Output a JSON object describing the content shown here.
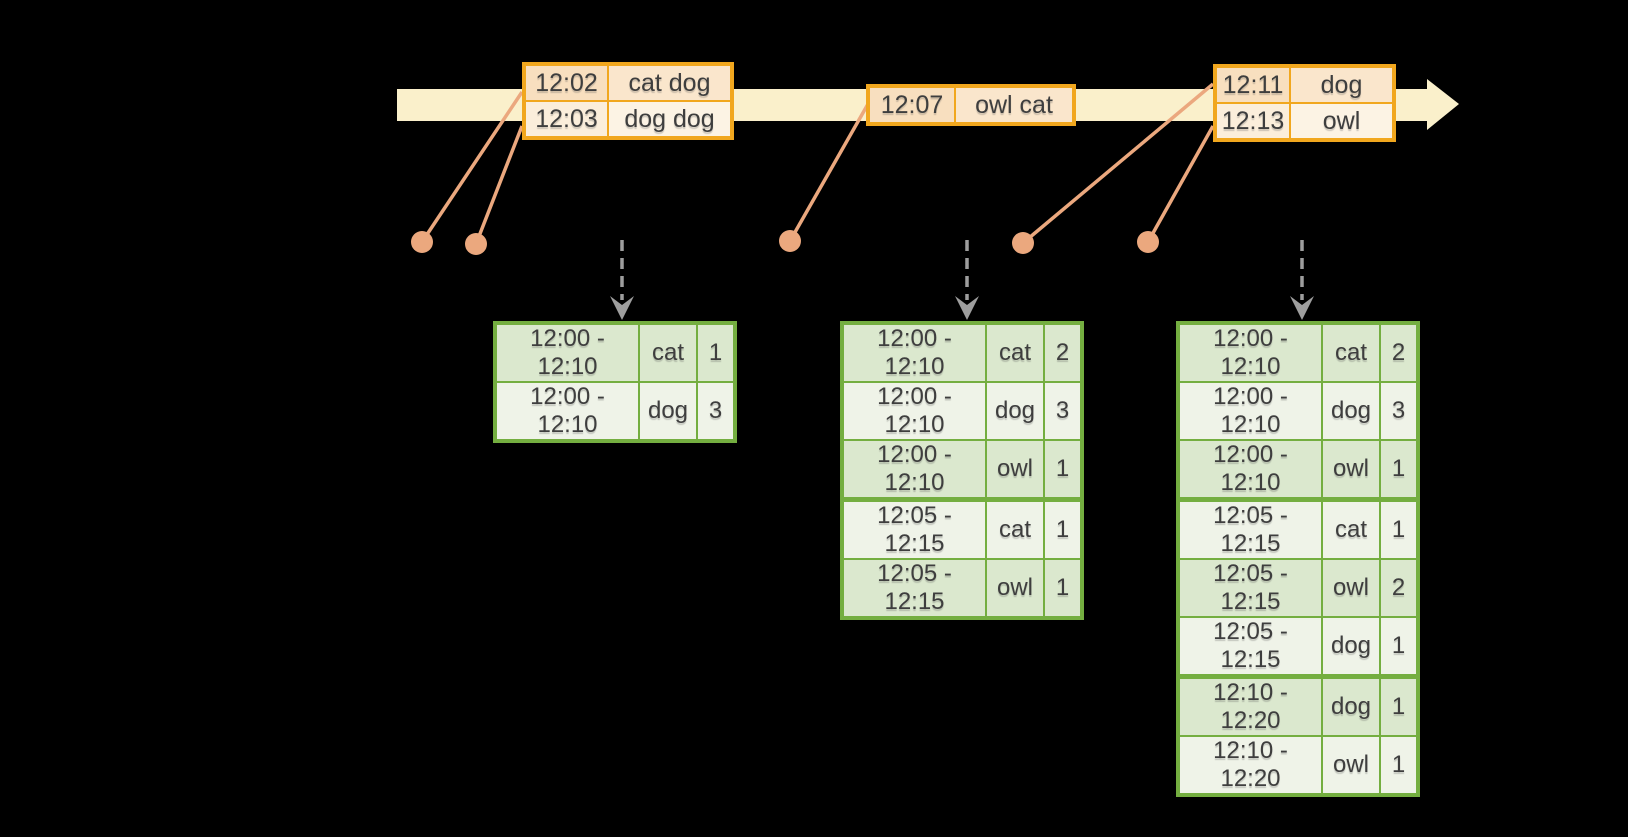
{
  "colors": {
    "background": "#000000",
    "timeline_fill": "#FAF0CB",
    "orange_border": "#F1A71E",
    "event_time_fill_odd": "#F8DFBF",
    "event_words_fill_odd": "#FAE6CC",
    "event_time_fill_even": "#FBEEDB",
    "event_words_fill_even": "#FCF3E4",
    "connector": "#EBA87E",
    "trigger_arrow": "#9E9E9E",
    "green_border": "#74AE40",
    "result_row_tint": "#DBE8CE",
    "result_row_light": "#EFF3E8",
    "text": "#3E3E3E"
  },
  "timeline": {
    "direction": "right"
  },
  "markers": {
    "event_dots": 5,
    "trigger_arrows": 3
  },
  "event_tables": [
    {
      "rows": [
        {
          "time": "12:02",
          "words": "cat dog"
        },
        {
          "time": "12:03",
          "words": "dog dog"
        }
      ]
    },
    {
      "rows": [
        {
          "time": "12:07",
          "words": "owl cat"
        }
      ]
    },
    {
      "rows": [
        {
          "time": "12:11",
          "words": "dog"
        },
        {
          "time": "12:13",
          "words": "owl"
        }
      ]
    }
  ],
  "result_tables": [
    {
      "group_breaks": [],
      "rows": [
        [
          "12:00 - 12:10",
          "cat",
          "1"
        ],
        [
          "12:00 - 12:10",
          "dog",
          "3"
        ]
      ]
    },
    {
      "group_breaks": [
        3
      ],
      "rows": [
        [
          "12:00 - 12:10",
          "cat",
          "2"
        ],
        [
          "12:00 - 12:10",
          "dog",
          "3"
        ],
        [
          "12:00 - 12:10",
          "owl",
          "1"
        ],
        [
          "12:05 - 12:15",
          "cat",
          "1"
        ],
        [
          "12:05 - 12:15",
          "owl",
          "1"
        ]
      ]
    },
    {
      "group_breaks": [
        3,
        6
      ],
      "rows": [
        [
          "12:00 - 12:10",
          "cat",
          "2"
        ],
        [
          "12:00 - 12:10",
          "dog",
          "3"
        ],
        [
          "12:00 - 12:10",
          "owl",
          "1"
        ],
        [
          "12:05 - 12:15",
          "cat",
          "1"
        ],
        [
          "12:05 - 12:15",
          "owl",
          "2"
        ],
        [
          "12:05 - 12:15",
          "dog",
          "1"
        ],
        [
          "12:10 - 12:20",
          "dog",
          "1"
        ],
        [
          "12:10 - 12:20",
          "owl",
          "1"
        ]
      ]
    }
  ]
}
